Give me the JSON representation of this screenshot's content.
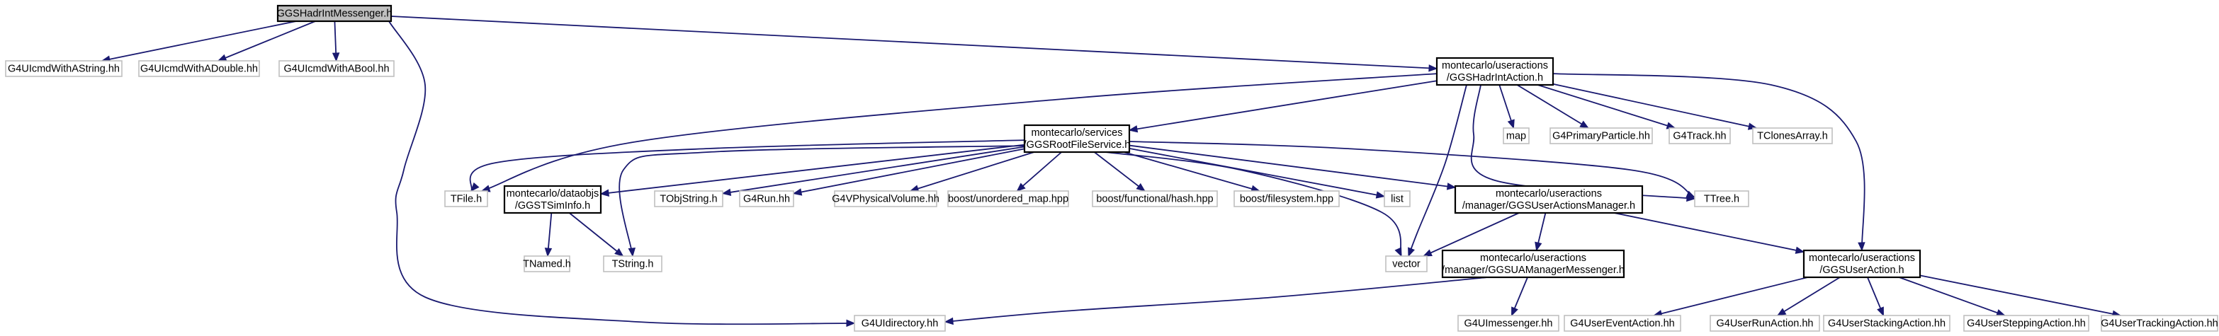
{
  "diagram": {
    "edge_color": "#191970",
    "nodes": [
      {
        "id": "root",
        "style": "root",
        "lines": [
          "GGSHadrIntMessenger.h"
        ]
      },
      {
        "id": "uistring",
        "style": "ext",
        "lines": [
          "G4UIcmdWithAString.hh"
        ]
      },
      {
        "id": "uidouble",
        "style": "ext",
        "lines": [
          "G4UIcmdWithADouble.hh"
        ]
      },
      {
        "id": "uibool",
        "style": "ext",
        "lines": [
          "G4UIcmdWithABool.hh"
        ]
      },
      {
        "id": "hadrintaction",
        "style": "doc",
        "lines": [
          "montecarlo/useractions",
          "/GGSHadrIntAction.h"
        ]
      },
      {
        "id": "rootfileservice",
        "style": "doc",
        "lines": [
          "montecarlo/services",
          "/GGSRootFileService.h"
        ]
      },
      {
        "id": "map",
        "style": "ext",
        "lines": [
          "map"
        ]
      },
      {
        "id": "g4primary",
        "style": "ext",
        "lines": [
          "G4PrimaryParticle.hh"
        ]
      },
      {
        "id": "g4track",
        "style": "ext",
        "lines": [
          "G4Track.hh"
        ]
      },
      {
        "id": "tclones",
        "style": "ext",
        "lines": [
          "TClonesArray.h"
        ]
      },
      {
        "id": "tfile",
        "style": "ext",
        "lines": [
          "TFile.h"
        ]
      },
      {
        "id": "simcinfo",
        "style": "doc",
        "lines": [
          "montecarlo/dataobjs",
          "/GGSTSimInfo.h"
        ]
      },
      {
        "id": "tobjstring",
        "style": "ext",
        "lines": [
          "TObjString.h"
        ]
      },
      {
        "id": "g4run",
        "style": "ext",
        "lines": [
          "G4Run.hh"
        ]
      },
      {
        "id": "g4vphys",
        "style": "ext",
        "lines": [
          "G4VPhysicalVolume.hh"
        ]
      },
      {
        "id": "unorderedmap",
        "style": "ext",
        "lines": [
          "boost/unordered_map.hpp"
        ]
      },
      {
        "id": "functionalhash",
        "style": "ext",
        "lines": [
          "boost/functional/hash.hpp"
        ]
      },
      {
        "id": "filesystem",
        "style": "ext",
        "lines": [
          "boost/filesystem.hpp"
        ]
      },
      {
        "id": "list",
        "style": "ext",
        "lines": [
          "list"
        ]
      },
      {
        "id": "actionsmanager",
        "style": "doc",
        "lines": [
          "montecarlo/useractions",
          "/manager/GGSUserActionsManager.h"
        ]
      },
      {
        "id": "ttree",
        "style": "ext",
        "lines": [
          "TTree.h"
        ]
      },
      {
        "id": "tnamed",
        "style": "ext",
        "lines": [
          "TNamed.h"
        ]
      },
      {
        "id": "tstring",
        "style": "ext",
        "lines": [
          "TString.h"
        ]
      },
      {
        "id": "vector",
        "style": "ext",
        "lines": [
          "vector"
        ]
      },
      {
        "id": "uamanagermessenger",
        "style": "doc",
        "lines": [
          "montecarlo/useractions",
          "/manager/GGSUAManagerMessenger.h"
        ]
      },
      {
        "id": "useraction",
        "style": "doc",
        "lines": [
          "montecarlo/useractions",
          "/GGSUserAction.h"
        ]
      },
      {
        "id": "g4uidirectory",
        "style": "ext",
        "lines": [
          "G4UIdirectory.hh"
        ]
      },
      {
        "id": "g4uimessenger",
        "style": "ext",
        "lines": [
          "G4UImessenger.hh"
        ]
      },
      {
        "id": "eventaction",
        "style": "ext",
        "lines": [
          "G4UserEventAction.hh"
        ]
      },
      {
        "id": "runaction",
        "style": "ext",
        "lines": [
          "G4UserRunAction.hh"
        ]
      },
      {
        "id": "stackingaction",
        "style": "ext",
        "lines": [
          "G4UserStackingAction.hh"
        ]
      },
      {
        "id": "steppingaction",
        "style": "ext",
        "lines": [
          "G4UserSteppingAction.hh"
        ]
      },
      {
        "id": "trackingaction",
        "style": "ext",
        "lines": [
          "G4UserTrackingAction.hh"
        ]
      }
    ],
    "edges": [
      [
        "root",
        "uistring"
      ],
      [
        "root",
        "uidouble"
      ],
      [
        "root",
        "uibool"
      ],
      [
        "root",
        "hadrintaction"
      ],
      [
        "root",
        "g4uidirectory"
      ],
      [
        "hadrintaction",
        "rootfileservice"
      ],
      [
        "hadrintaction",
        "map"
      ],
      [
        "hadrintaction",
        "g4primary"
      ],
      [
        "hadrintaction",
        "g4track"
      ],
      [
        "hadrintaction",
        "tclones"
      ],
      [
        "hadrintaction",
        "tfile"
      ],
      [
        "hadrintaction",
        "ttree"
      ],
      [
        "hadrintaction",
        "vector"
      ],
      [
        "hadrintaction",
        "useraction"
      ],
      [
        "rootfileservice",
        "tfile"
      ],
      [
        "rootfileservice",
        "simcinfo"
      ],
      [
        "rootfileservice",
        "tobjstring"
      ],
      [
        "rootfileservice",
        "g4run"
      ],
      [
        "rootfileservice",
        "g4vphys"
      ],
      [
        "rootfileservice",
        "unorderedmap"
      ],
      [
        "rootfileservice",
        "functionalhash"
      ],
      [
        "rootfileservice",
        "filesystem"
      ],
      [
        "rootfileservice",
        "list"
      ],
      [
        "rootfileservice",
        "actionsmanager"
      ],
      [
        "rootfileservice",
        "ttree"
      ],
      [
        "rootfileservice",
        "tstring"
      ],
      [
        "rootfileservice",
        "vector"
      ],
      [
        "simcinfo",
        "tnamed"
      ],
      [
        "simcinfo",
        "tstring"
      ],
      [
        "actionsmanager",
        "vector"
      ],
      [
        "actionsmanager",
        "uamanagermessenger"
      ],
      [
        "actionsmanager",
        "useraction"
      ],
      [
        "uamanagermessenger",
        "g4uidirectory"
      ],
      [
        "uamanagermessenger",
        "g4uimessenger"
      ],
      [
        "useraction",
        "eventaction"
      ],
      [
        "useraction",
        "runaction"
      ],
      [
        "useraction",
        "stackingaction"
      ],
      [
        "useraction",
        "steppingaction"
      ],
      [
        "useraction",
        "trackingaction"
      ]
    ]
  }
}
